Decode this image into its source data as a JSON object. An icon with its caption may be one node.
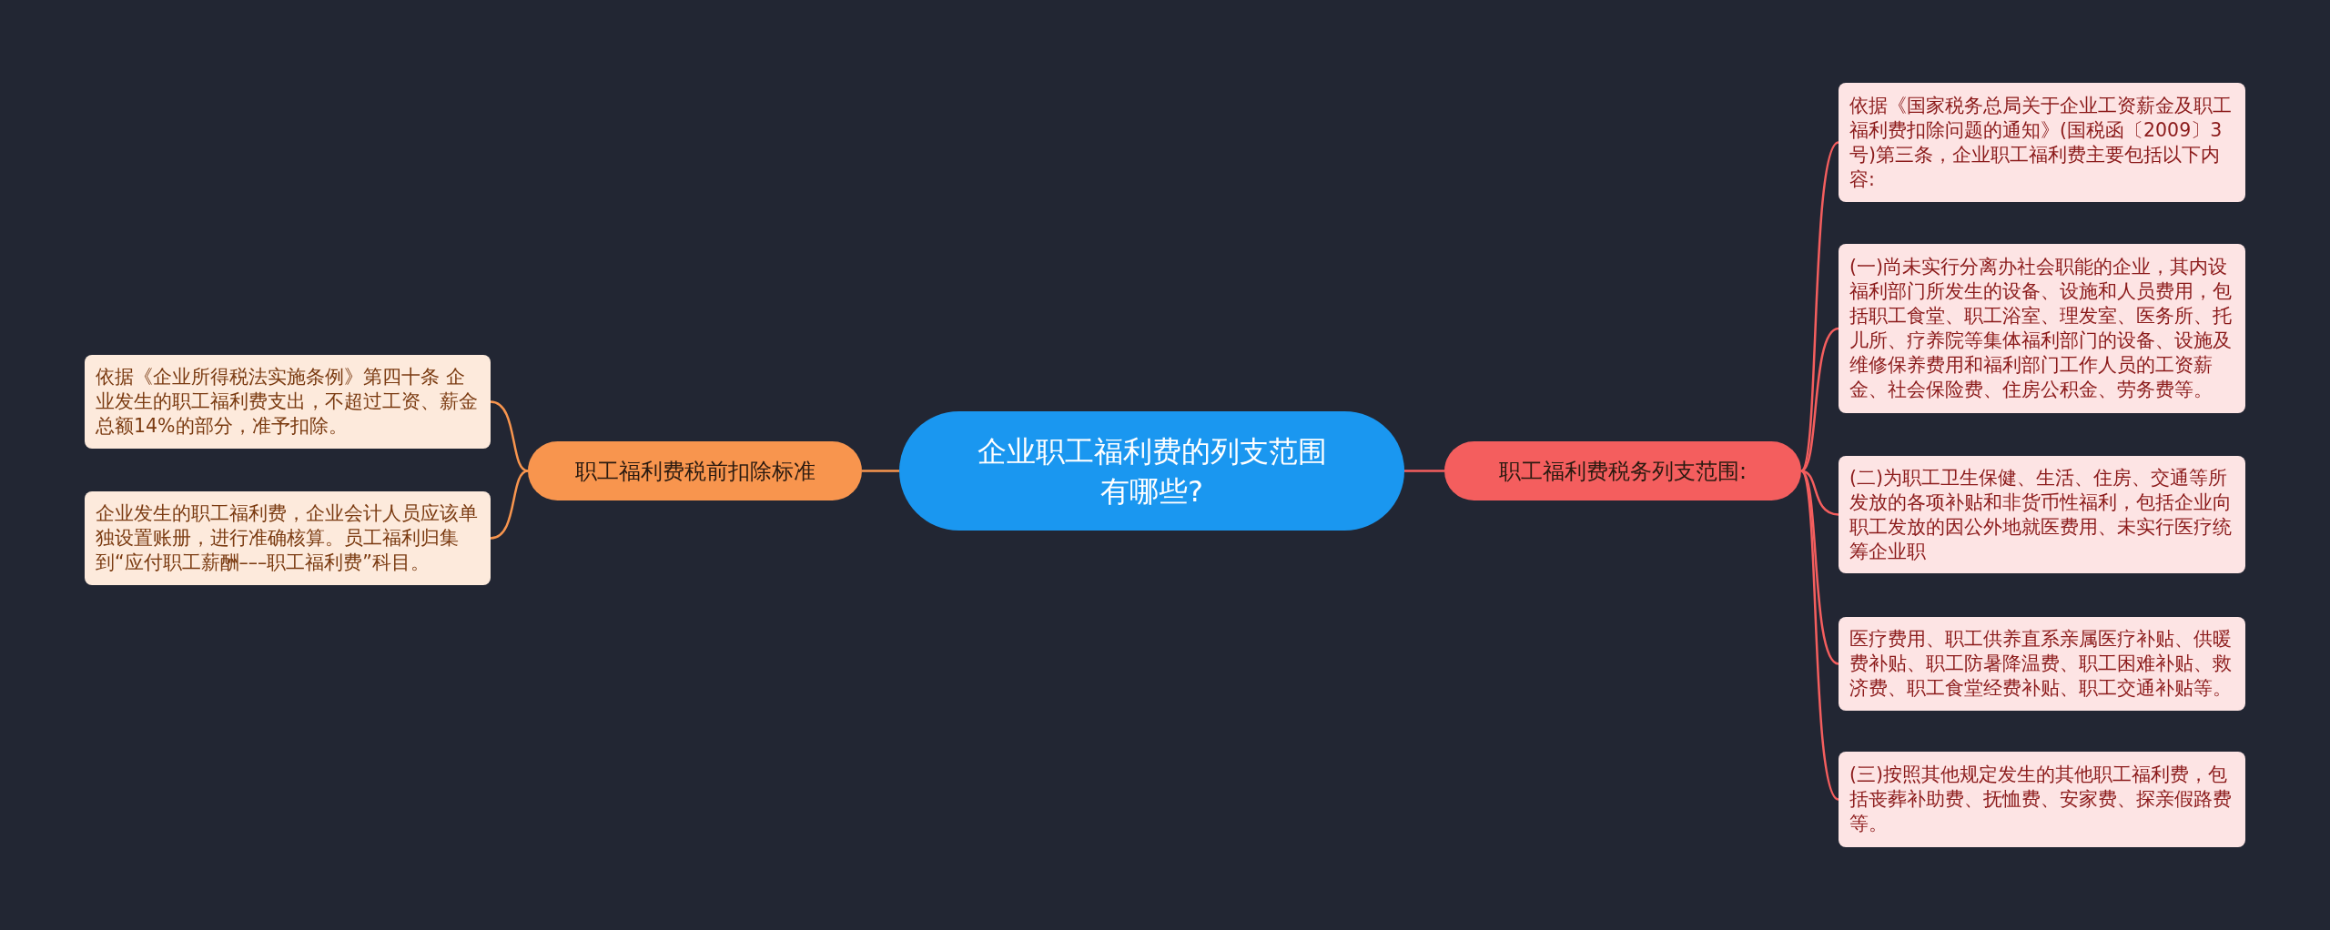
{
  "diagram": {
    "nodes": [
      {
        "text": [
          "企业职工福利费的列支范围有哪些?"
        ]
      },
      {
        "text": [
          "职工福利费税前扣除标准"
        ]
      },
      {
        "text": [
          "依据《企业所得税法实施条例》第四十条 企业发生的职工福利费支出，不超过工资、薪金总额14%的部分，准予扣除。"
        ]
      },
      {
        "text": [
          "企业发生的职工福利费，企业会计人员应该单独设置账册，进行准确核算。员工福利归集到“应付职工薪酬–––职工福利费”科目。"
        ]
      },
      {
        "text": [
          "职工福利费税务列支范围:"
        ]
      },
      {
        "text": [
          "依据《国家税务总局关于企业工资薪金及职工福利费扣除问题的通知》(国税函〔2009〕3号)第三条，企业职工福利费主要包括以下内容:"
        ]
      },
      {
        "text": [
          "(一)尚未实行分离办社会职能的企业，其内设福利部门所发生的设备、设施和人员费用，包括职工食堂、职工浴室、理发室、医务所、托儿所、疗养院等集体福利部门的设备、设施及维修保养费用和福利部门工作人员的工资薪金、社会保险费、住房公积金、劳务费等。"
        ]
      },
      {
        "text": [
          "(二)为职工卫生保健、生活、住房、交通等所发放的各项补贴和非货币性福利，包括企业向职工发放的因公外地就医费用、未实行医疗统筹企业职"
        ]
      },
      {
        "text": [
          "医疗费用、职工供养直系亲属医疗补贴、供暖费补贴、职工防暑降温费、职工困难补贴、救济费、职工食堂经费补贴、职工交通补贴等。"
        ]
      },
      {
        "text": [
          "(三)按照其他规定发生的其他职工福利费，包括丧葬补助费、抚恤费、安家费、探亲假路费等。"
        ]
      }
    ],
    "edges": [
      {
        "from": 0,
        "to": 1,
        "arrow": "none",
        "color": "#f8954e"
      },
      {
        "from": 1,
        "to": 2,
        "arrow": "none",
        "color": "#f8954e"
      },
      {
        "from": 1,
        "to": 3,
        "arrow": "none",
        "color": "#f8954e"
      },
      {
        "from": 0,
        "to": 4,
        "arrow": "none"
      },
      {
        "from": 4,
        "to": 5,
        "arrow": "none"
      },
      {
        "from": 4,
        "to": 6,
        "arrow": "none"
      },
      {
        "from": 4,
        "to": 7,
        "arrow": "none"
      },
      {
        "from": 4,
        "to": 8,
        "arrow": "none"
      },
      {
        "from": 4,
        "to": 9,
        "arrow": "none"
      }
    ]
  }
}
